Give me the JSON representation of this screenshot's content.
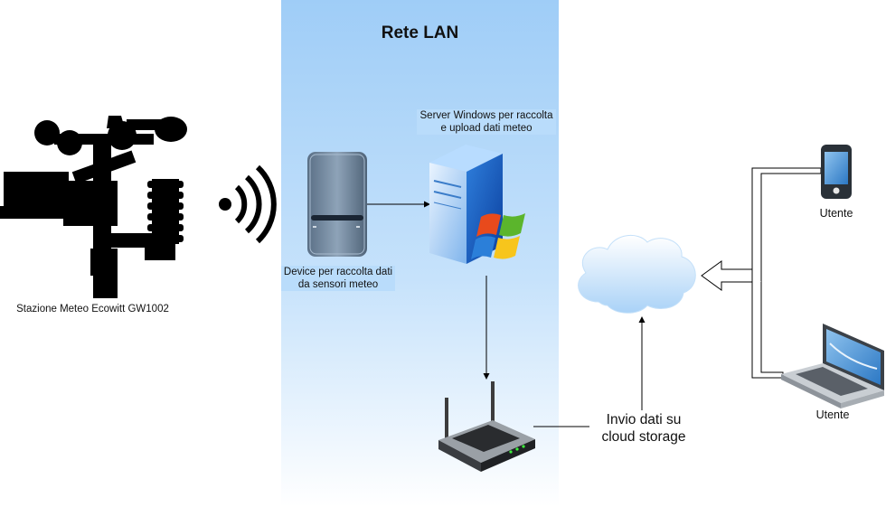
{
  "diagram": {
    "lan_title": "Rete LAN",
    "station_label": "Stazione Meteo Ecowitt GW1002",
    "device_label": "Device per raccolta dati da sensori meteo",
    "server_label": "Server Windows per raccolta e upload dati meteo",
    "cloud_label": "Invio dati su cloud storage",
    "user_phone_label": "Utente",
    "user_laptop_label": "Utente"
  },
  "colors": {
    "lan_zone": "#9fcdf7",
    "label_highlight": "#b9dcfb",
    "cloud": "#cfe6fb"
  },
  "icons": [
    "weather-station-icon",
    "wifi-signal-icon",
    "gateway-device-icon",
    "server-icon",
    "windows-logo-icon",
    "router-icon",
    "cloud-icon",
    "smartphone-icon",
    "laptop-icon"
  ]
}
